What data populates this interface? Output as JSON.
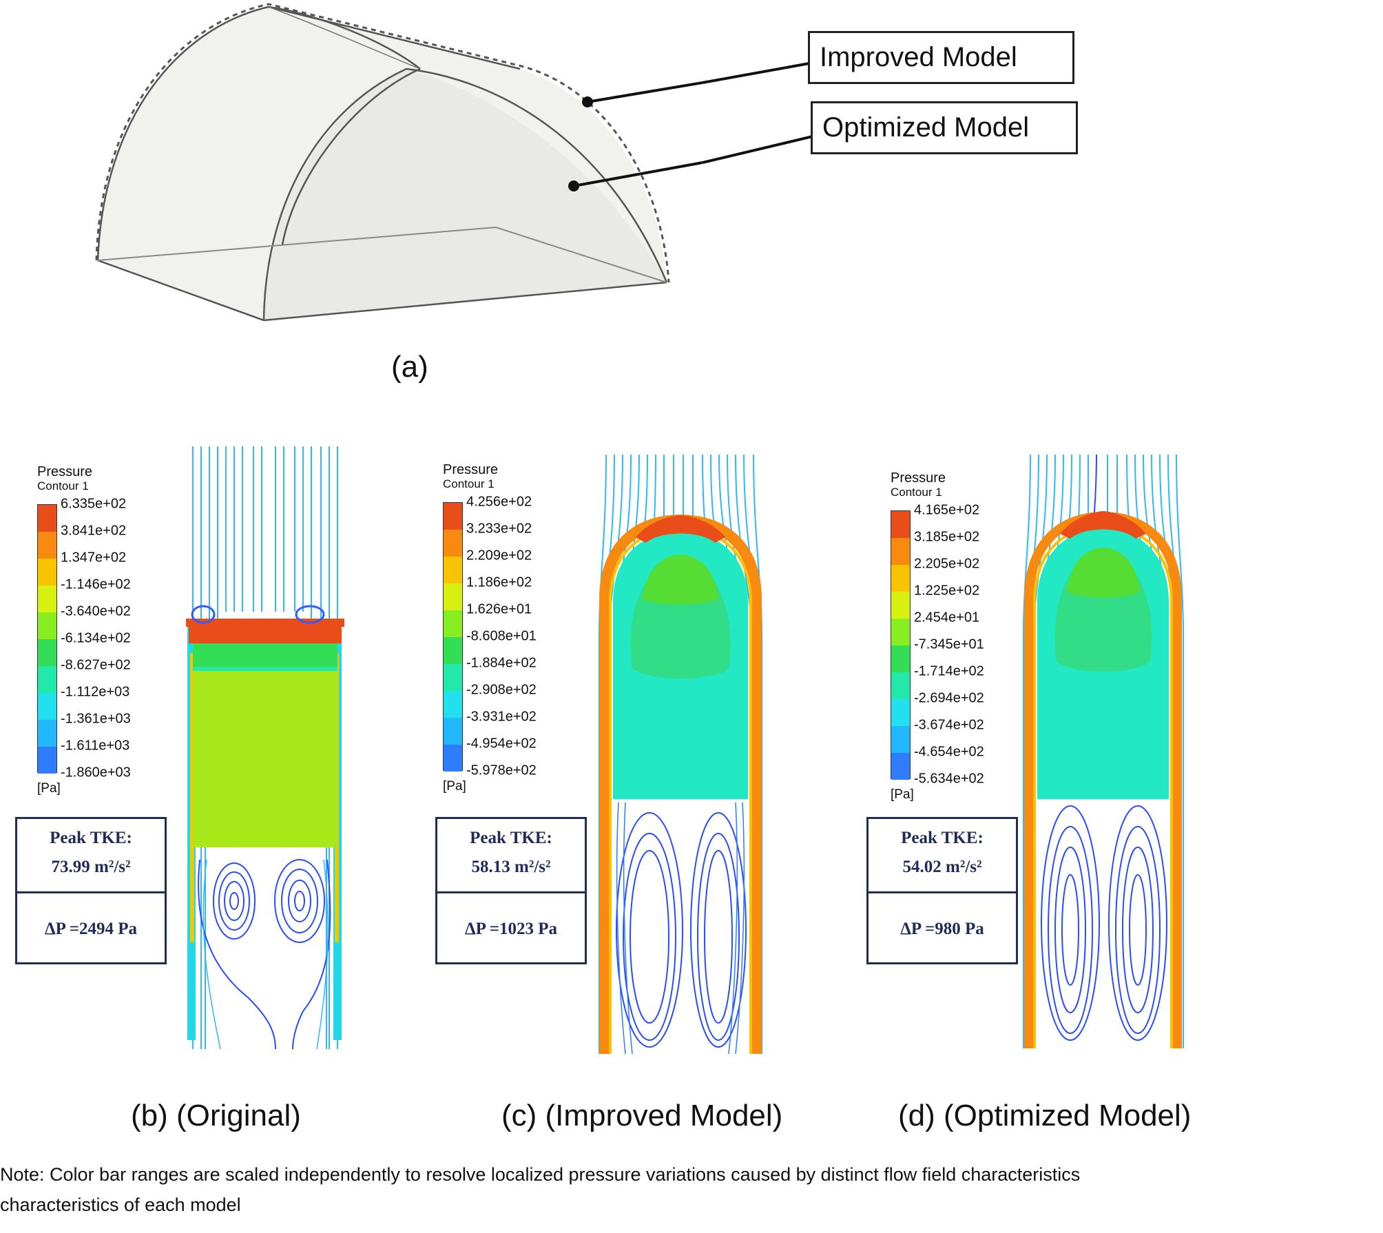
{
  "panel_a": {
    "label": "(a)",
    "callout_improved": "Improved Model",
    "callout_optimized": "Optimized Model"
  },
  "colormap": [
    "#1a1aff",
    "#2f7cff",
    "#22b8ff",
    "#22e0ee",
    "#22e8aa",
    "#33dd55",
    "#88ee22",
    "#d8f010",
    "#f8c400",
    "#f88a10",
    "#e84d1a"
  ],
  "panels": [
    {
      "id": "b",
      "label": "(b)  (Original)",
      "legend_title": "Pressure",
      "legend_subtitle": "Contour 1",
      "legend_unit": "[Pa]",
      "ticks": [
        "6.335e+02",
        "3.841e+02",
        "1.347e+02",
        "-1.146e+02",
        "-3.640e+02",
        "-6.134e+02",
        "-8.627e+02",
        "-1.112e+03",
        "-1.361e+03",
        "-1.611e+03",
        "-1.860e+03"
      ],
      "tke_label": "Peak TKE:",
      "tke_value": "73.99  m²/s²",
      "dp": "ΔP =2494 Pa"
    },
    {
      "id": "c",
      "label": "(c) (Improved Model)",
      "legend_title": "Pressure",
      "legend_subtitle": "Contour 1",
      "legend_unit": "[Pa]",
      "ticks": [
        "4.256e+02",
        "3.233e+02",
        "2.209e+02",
        "1.186e+02",
        "1.626e+01",
        "-8.608e+01",
        "-1.884e+02",
        "-2.908e+02",
        "-3.931e+02",
        "-4.954e+02",
        "-5.978e+02"
      ],
      "tke_label": "Peak TKE:",
      "tke_value": "58.13 m²/s²",
      "dp": "ΔP =1023 Pa"
    },
    {
      "id": "d",
      "label": "(d) (Optimized Model)",
      "legend_title": "Pressure",
      "legend_subtitle": "Contour 1",
      "legend_unit": "[Pa]",
      "ticks": [
        "4.165e+02",
        "3.185e+02",
        "2.205e+02",
        "1.225e+02",
        "2.454e+01",
        "-7.345e+01",
        "-1.714e+02",
        "-2.694e+02",
        "-3.674e+02",
        "-4.654e+02",
        "-5.634e+02"
      ],
      "tke_label": "Peak TKE:",
      "tke_value": "54.02 m²/s²",
      "dp": "ΔP =980 Pa"
    }
  ],
  "note": {
    "line1": "Note: Color bar ranges are scaled independently to resolve localized pressure variations caused by distinct flow field characteristics",
    "line2": "characteristics of each model"
  }
}
